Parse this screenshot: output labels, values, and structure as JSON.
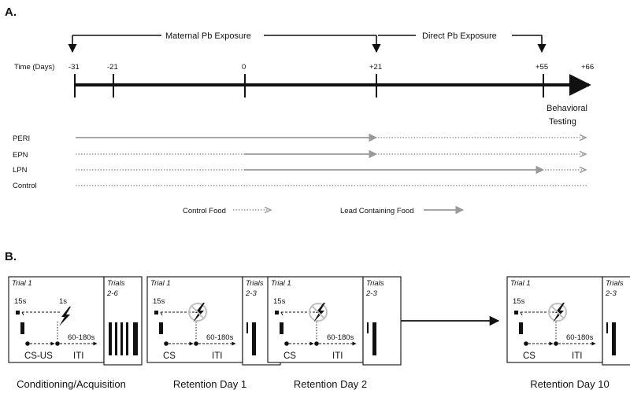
{
  "panel_a": {
    "label": "A.",
    "time_axis_label": "Time (Days)",
    "ticks": [
      "-31",
      "-21",
      "0",
      "+21",
      "+55",
      "+66"
    ],
    "maternal_label": "Maternal Pb Exposure",
    "direct_label": "Direct Pb Exposure",
    "behavioral_label_1": "Behavioral",
    "behavioral_label_2": "Testing",
    "groups": [
      "PERI",
      "EPN",
      "LPN",
      "Control"
    ],
    "legend_control": "Control Food",
    "legend_lead": "Lead Containing Food"
  },
  "panel_b": {
    "label": "B.",
    "trial_1": "Trial 1",
    "duration_cs": "15s",
    "duration_us": "1s",
    "iti_range": "60-180s",
    "iti_label": "ITI",
    "boxes": [
      {
        "trials_line1": "Trials",
        "trials_line2": "2-6",
        "stim_label": "CS-US",
        "caption": "Conditioning/Acquisition"
      },
      {
        "trials_line1": "Trials",
        "trials_line2": "2-3",
        "stim_label": "CS",
        "caption": "Retention Day 1"
      },
      {
        "trials_line1": "Trials",
        "trials_line2": "2-3",
        "stim_label": "CS",
        "caption": "Retention Day 2"
      },
      {
        "trials_line1": "Trials",
        "trials_line2": "2-3",
        "stim_label": "CS",
        "caption": "Retention Day 10"
      }
    ]
  },
  "colors": {
    "ink": "#111111",
    "lead_arrow": "#999999",
    "control_dots": "#9a9a9a",
    "no_shock_circle": "#c0c0c0"
  }
}
